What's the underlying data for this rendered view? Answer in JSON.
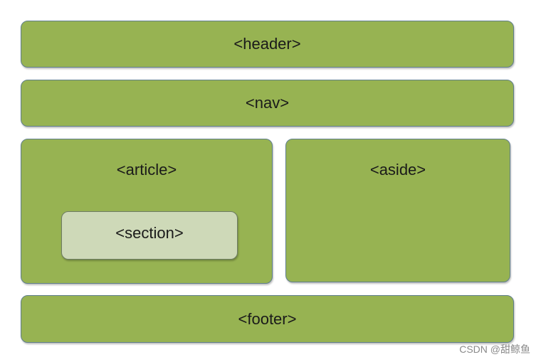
{
  "diagram": {
    "header": {
      "label": "<header>"
    },
    "nav": {
      "label": "<nav>"
    },
    "article": {
      "label": "<article>"
    },
    "section": {
      "label": "<section>"
    },
    "aside": {
      "label": "<aside>"
    },
    "footer": {
      "label": "<footer>"
    }
  },
  "watermark": "CSDN @甜鲸鱼",
  "colors": {
    "block_fill": "#97b352",
    "section_fill": "#ced9b8",
    "border": "#5f7e8c"
  }
}
